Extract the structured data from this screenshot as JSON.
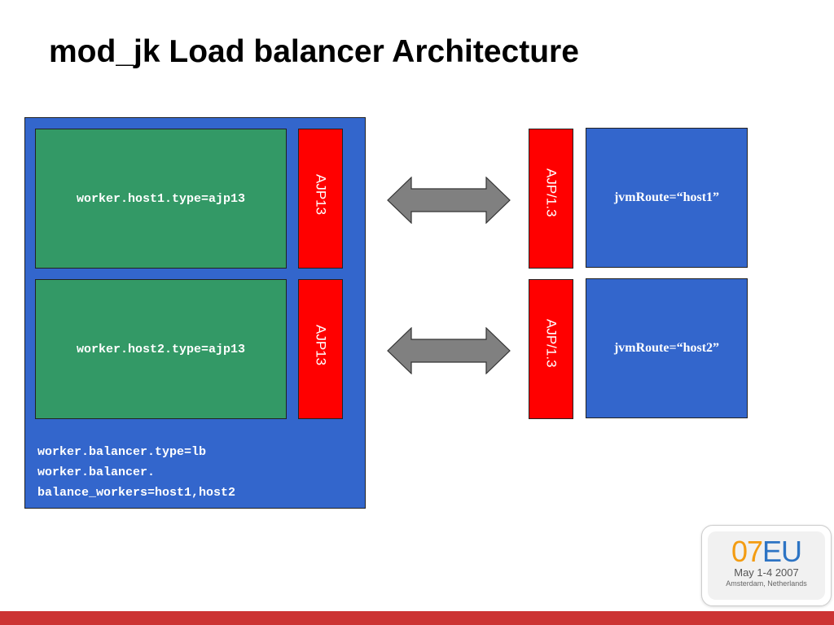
{
  "title": "mod_jk Load balancer Architecture",
  "load_balancer": {
    "workers": [
      {
        "label": "worker.host1.type=ajp13",
        "protocol": "AJP13"
      },
      {
        "label": "worker.host2.type=ajp13",
        "protocol": "AJP13"
      }
    ],
    "config_lines": [
      "worker.balancer.type=lb",
      "worker.balancer.",
      "balance_workers=host1,host2"
    ]
  },
  "tomcats": [
    {
      "label": "jvmRoute=“host1”",
      "protocol": "AJP/1.3"
    },
    {
      "label": "jvmRoute=“host2”",
      "protocol": "AJP/1.3"
    }
  ],
  "connectors": [
    "bidirectional-arrow",
    "bidirectional-arrow"
  ],
  "logo": {
    "number": "07",
    "region": "EU",
    "date": "May 1-4 2007",
    "location": "Amsterdam, Netherlands"
  },
  "colors": {
    "container_blue": "#3366cc",
    "worker_green": "#339966",
    "protocol_red": "#ff0000",
    "arrow_gray": "#808080",
    "footer_red": "#cc3333",
    "logo_orange": "#f39c12",
    "logo_blue": "#2d74c4"
  }
}
